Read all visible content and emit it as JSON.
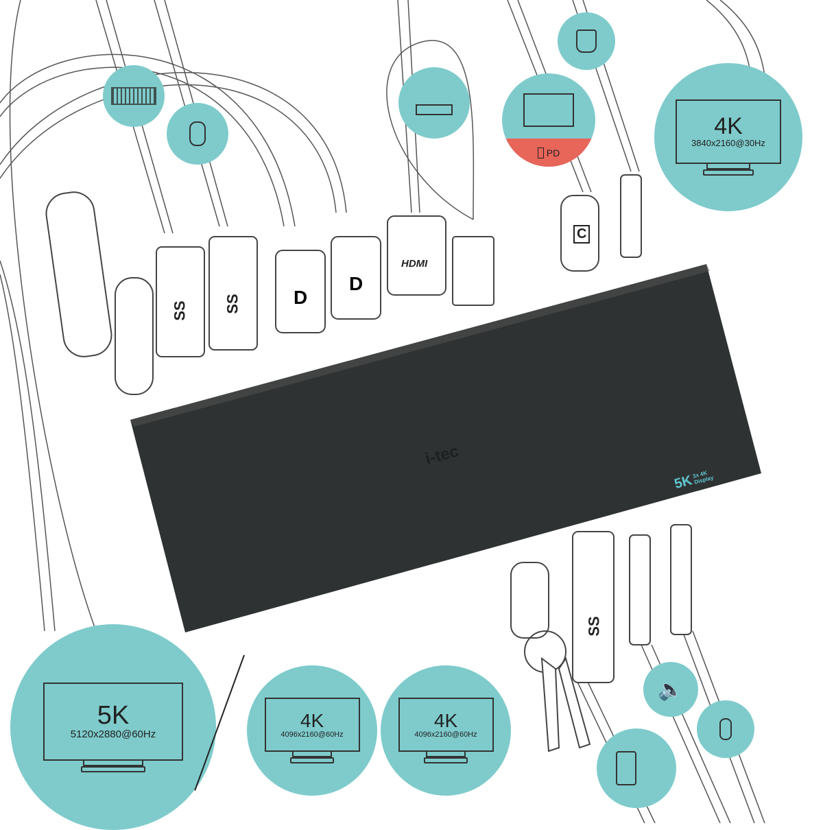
{
  "brand": {
    "logo": "i-tec"
  },
  "dock": {
    "badge_main": "5K",
    "badge_sub1": "3x 4K",
    "badge_sub2": "Display"
  },
  "connectors": {
    "usb3_label": "SS",
    "hdmi_label": "HDMI",
    "usbc_label": "C"
  },
  "laptop": {
    "pd_label": "PD"
  },
  "displays": [
    {
      "label": "4K",
      "resolution": "3840x2160@30Hz"
    },
    {
      "label": "5K",
      "resolution": "5120x2880@60Hz"
    },
    {
      "label": "4K",
      "resolution": "4096x2160@60Hz"
    },
    {
      "label": "4K",
      "resolution": "4096x2160@60Hz"
    }
  ],
  "colors": {
    "circle": "#7fcbcc",
    "dock": "#2f3233",
    "pd": "#e8655a",
    "accent_text": "#5fc6d0"
  }
}
